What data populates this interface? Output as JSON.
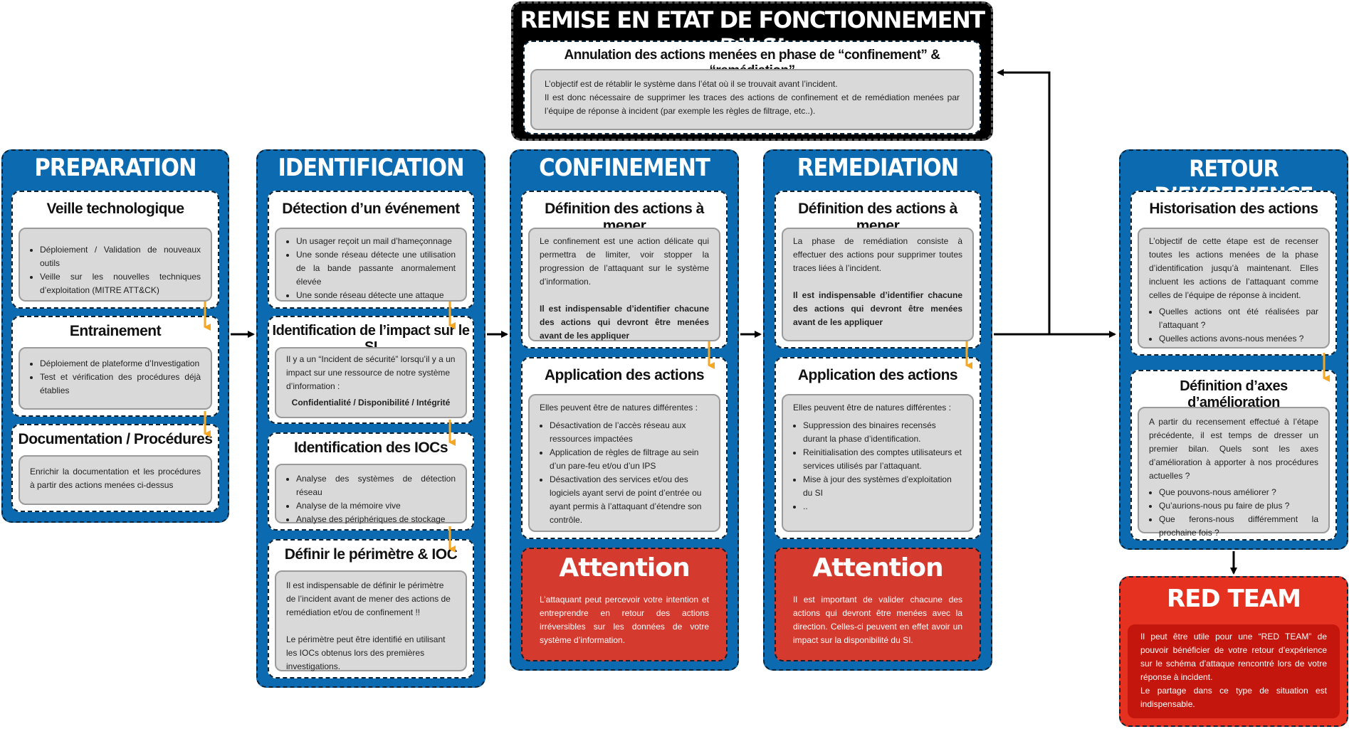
{
  "top": {
    "title": "REMISE EN ETAT DE FONCTIONNEMENT DU SI",
    "subtitle": "Annulation des actions menées en phase de “confinement” & “remédiation”",
    "lines": [
      "L’objectif est de rétablir le système dans l’état où il se trouvait avant l’incident.",
      "Il est donc nécessaire de supprimer les traces des actions de confinement et de remédiation menées par l’équipe de réponse à incident (par exemple les règles de filtrage, etc..)."
    ]
  },
  "preparation": {
    "title": "PREPARATION",
    "s1": {
      "title": "Veille technologique",
      "items": [
        "Déploiement / Validation de nouveaux outils",
        "Veille sur les nouvelles techniques d’exploitation (MITRE ATT&CK)"
      ]
    },
    "s2": {
      "title": "Entrainement",
      "items": [
        "Déploiement de plateforme d’Investigation",
        "Test et vérification des procédures déjà établies"
      ]
    },
    "s3": {
      "title": "Documentation / Procédures",
      "text": "Enrichir la documentation et les procédures à partir des actions menées ci-dessus"
    }
  },
  "identification": {
    "title": "IDENTIFICATION",
    "s1": {
      "title": "Détection d’un événement",
      "items": [
        "Un usager reçoit un mail d’hameçonnage",
        "Une sonde réseau détecte une utilisation de la bande passante anormalement élevée",
        "Une sonde réseau détecte une attaque"
      ]
    },
    "s2": {
      "title": "Identification de l’impact sur le SI",
      "text": "Il y a un “Incident de sécurité” lorsqu’il y a un impact sur une ressource de notre système d’information :",
      "bold": "Confidentialité / Disponibilité / Intégrité"
    },
    "s3": {
      "title": "Identification des IOCs",
      "items": [
        "Analyse des systèmes de détection réseau",
        "Analyse de la mémoire vive",
        "Analyse des périphériques de stockage"
      ]
    },
    "s4": {
      "title": "Définir le périmètre & IOC",
      "p1": "Il est indispensable de définir le périmètre de l’incident avant de mener des actions de remédiation et/ou de confinement !!",
      "p2": "Le périmètre peut être identifié en utilisant les IOCs obtenus lors des premières investigations."
    }
  },
  "confinement": {
    "title": "CONFINEMENT",
    "s1": {
      "title": "Définition des actions à mener",
      "text": "Le confinement est une action délicate qui permettra de limiter, voir stopper la progression de l’attaquant sur le système d’information.",
      "bold": "Il est indispensable d’identifier chacune des actions qui devront être menées avant de les appliquer"
    },
    "s2": {
      "title": "Application des actions",
      "intro": "Elles peuvent être de natures différentes :",
      "items": [
        "Désactivation de l’accès réseau aux ressources impactées",
        "Application de règles de filtrage au sein d’un pare-feu et/ou d’un IPS",
        "Désactivation des services et/ou des logiciels ayant servi de point d’entrée ou ayant permis à l’attaquant d’étendre son contrôle."
      ]
    },
    "attn": {
      "title": "Attention",
      "text": "L’attaquant peut percevoir votre intention et entreprendre en retour des actions irréversibles sur les données de votre système d’information."
    }
  },
  "remediation": {
    "title": "REMEDIATION",
    "s1": {
      "title": "Définition des actions à mener",
      "text": "La phase de remédiation consiste à effectuer des actions pour supprimer toutes traces liées à l’incident.",
      "bold": "Il est indispensable d’identifier chacune des actions qui devront être menées avant de les appliquer"
    },
    "s2": {
      "title": "Application des actions",
      "intro": "Elles peuvent être de natures différentes :",
      "items": [
        "Suppression des binaires recensés durant la phase d’identification.",
        "Reinitialisation des comptes utilisateurs et services utilisés par l’attaquant.",
        "Mise à jour des systèmes d’exploitation du SI",
        ".."
      ]
    },
    "attn": {
      "title": "Attention",
      "text": "Il est important de valider chacune des actions qui devront être menées avec la direction. Celles-ci peuvent en effet avoir un impact sur la disponibilité du SI."
    }
  },
  "retour": {
    "title": "RETOUR D’EXPERIENCE",
    "s1": {
      "title": "Historisation des actions",
      "text": "L’objectif de cette étape est de recenser toutes les actions menées de la phase d’identification jusqu’à maintenant. Elles incluent les actions de l’attaquant comme celles de l’équipe de réponse à incident.",
      "items": [
        "Quelles actions ont été réalisées par l’attaquant ?",
        "Quelles actions avons-nous menées ?"
      ]
    },
    "s2": {
      "title": "Définition d’axes d’amélioration",
      "text": "A partir du recensement effectué à l’étape précédente, il est temps de dresser un premier bilan. Quels sont les axes d’amélioration à apporter à nos procédures actuelles ?",
      "items": [
        "Que pouvons-nous améliorer ?",
        "Qu’aurions-nous pu faire de plus ?",
        "Que ferons-nous différemment la prochaine fois ?"
      ]
    }
  },
  "redteam": {
    "title": "RED TEAM",
    "p1": "Il peut être utile pour une “RED TEAM” de pouvoir bénéficier de votre retour d’expérience sur le schéma d’attaque rencontré lors de votre réponse à incident.",
    "p2": "Le partage dans ce type de situation est indispensable."
  }
}
